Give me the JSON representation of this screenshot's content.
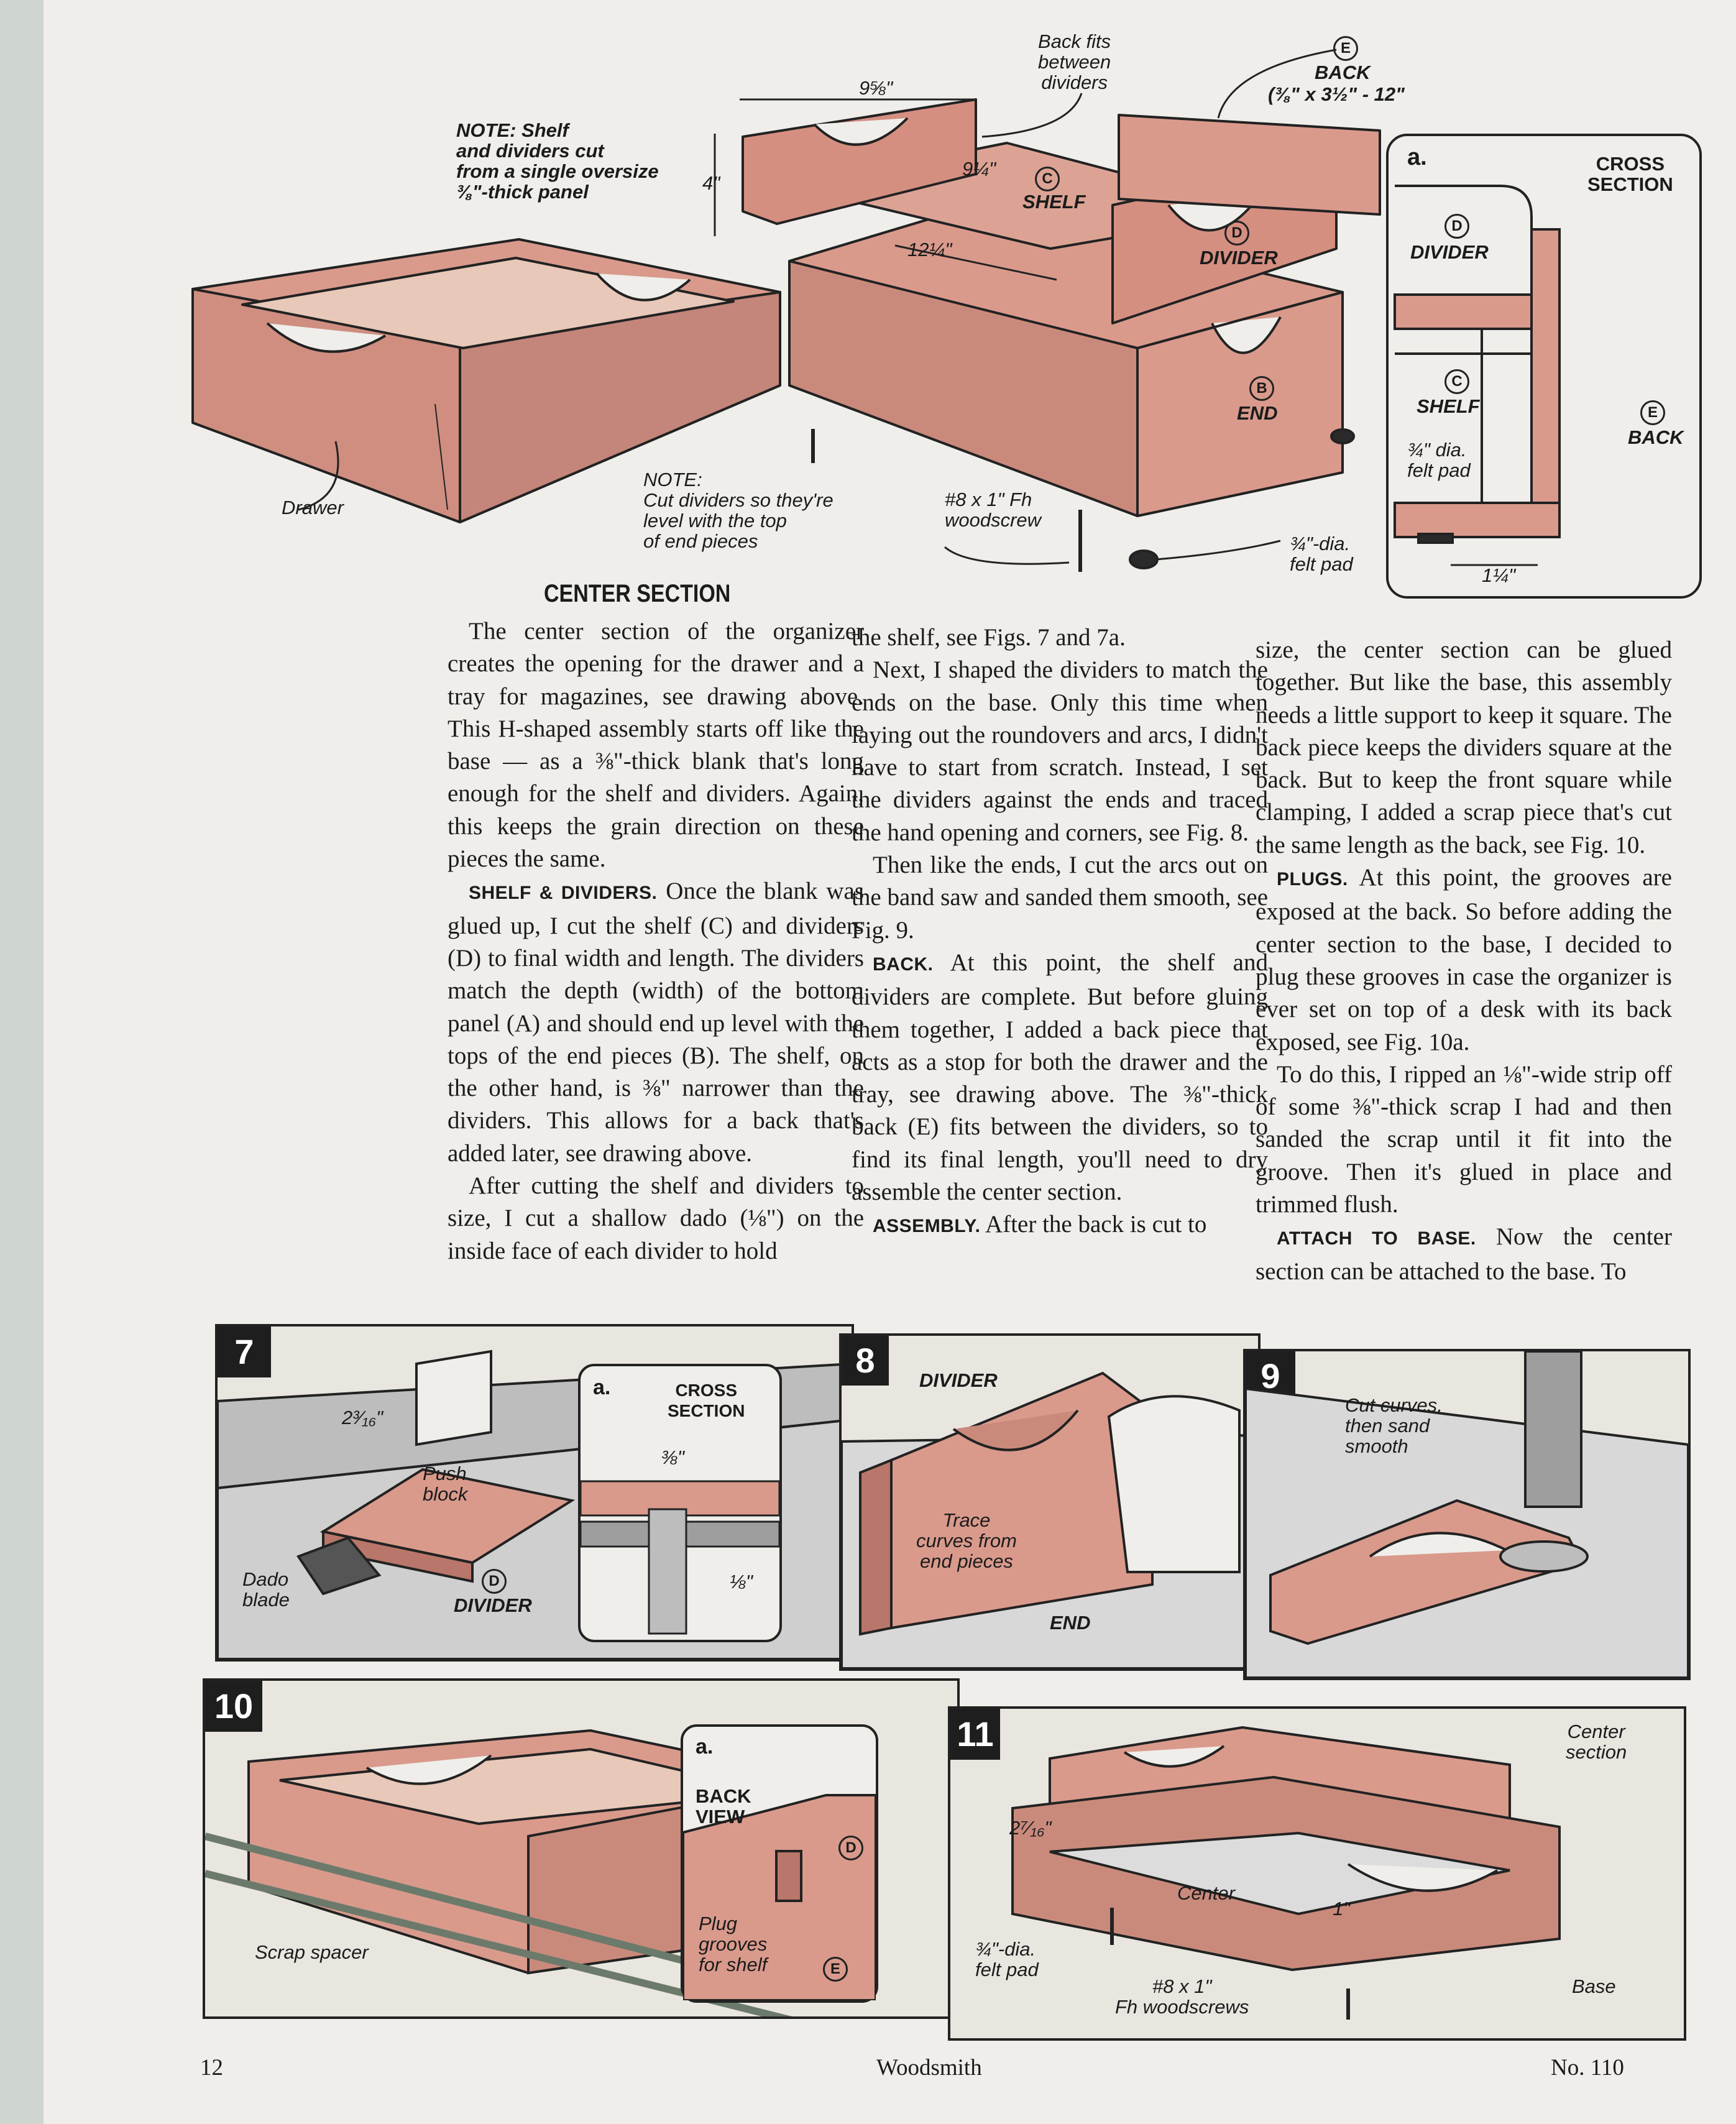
{
  "main_drawing": {
    "note_shelf": "NOTE: Shelf\nand dividers cut\nfrom a single oversize\n⅜\"-thick panel",
    "dim_width": "9⅝\"",
    "dim_height": "4\"",
    "dim_shelf": "9¼\"",
    "dim_divider": "12¼\"",
    "back_fits": "Back fits\nbetween\ndividers",
    "back_label": "BACK",
    "back_dims": "(⅜\" x 3½\" - 12\"",
    "shelf_label": "SHELF",
    "divider_label": "DIVIDER",
    "end_label": "END",
    "drawer_label": "Drawer",
    "note_cut": "NOTE:\nCut dividers so they're\nlevel with the top\nof end pieces",
    "screw_label": "#8 x 1\" Fh\nwoodscrew",
    "felt_label": "¾\"-dia.\nfelt pad"
  },
  "cross_section": {
    "tag": "a.",
    "title": "CROSS\nSECTION",
    "divider": "DIVIDER",
    "shelf": "SHELF",
    "back": "BACK",
    "felt": "¾\" dia.\nfelt pad",
    "dim": "1¼\""
  },
  "circles": {
    "c": "C",
    "d": "D",
    "b": "B",
    "e": "E"
  },
  "article": {
    "heading": "CENTER SECTION",
    "col1_p1": "The center section of the organizer creates the opening for the drawer and a tray for magazines, see drawing above. This H-shaped assembly starts off like the base — as a ⅜\"-thick blank that's long enough for the shelf and dividers. Again, this keeps the grain direction on these pieces the same.",
    "col1_h2": "SHELF & DIVIDERS.",
    "col1_p2": " Once the blank was glued up, I cut the shelf (C) and dividers (D) to final width and length. The dividers match the depth (width) of the bottom panel (A) and should end up level with the tops of the end pieces (B). The shelf, on the other hand, is ⅜\" narrower than the dividers. This allows for a back that's added later, see drawing above.",
    "col1_p3": "After cutting the shelf and dividers to size, I cut a shallow dado (⅛\") on the inside face of each divider to hold",
    "col2_p1": "the shelf, see Figs. 7 and 7a.",
    "col2_p2": "Next, I shaped the dividers to match the ends on the base. Only this time when laying out the roundovers and arcs, I didn't have to start from scratch. Instead, I set the dividers against the ends and traced the hand opening and corners, see Fig. 8.",
    "col2_p3": "Then like the ends, I cut the arcs out on the band saw and sanded them smooth, see Fig. 9.",
    "col2_h4": "BACK.",
    "col2_p4": " At this point, the shelf and dividers are complete. But before gluing them together, I added a back piece that acts as a stop for both the drawer and the tray, see drawing above. The ⅜\"-thick back (E) fits between the dividers, so to find its final length, you'll need to dry assemble the center section.",
    "col2_h5": "ASSEMBLY.",
    "col2_p5": " After the back is cut to",
    "col3_p1": "size, the center section can be glued together. But like the base, this assembly needs a little support to keep it square. The back piece keeps the dividers square at the back. But to keep the front square while clamping, I added a scrap piece that's cut the same length as the back, see Fig. 10.",
    "col3_h2": "PLUGS.",
    "col3_p2": " At this point, the grooves are exposed at the back. So before adding the center section to the base, I decided to plug these grooves in case the organizer is ever set on top of a desk with its back exposed, see Fig. 10a.",
    "col3_p3": "To do this, I ripped an ⅛\"-wide strip off of some ⅜\"-thick scrap I had and then sanded the scrap until it fit into the groove. Then it's glued in place and trimmed flush.",
    "col3_h4": "ATTACH TO BASE.",
    "col3_p4": " Now the center section can be attached to the base. To"
  },
  "figures": {
    "f7": {
      "num": "7",
      "dim": "2³⁄₁₆\"",
      "push": "Push\nblock",
      "dado": "Dado\nblade",
      "divider": "DIVIDER",
      "tag": "a.",
      "cs": "CROSS\nSECTION",
      "d38": "⅜\"",
      "d18": "⅛\""
    },
    "f8": {
      "num": "8",
      "divider": "DIVIDER",
      "trace": "Trace\ncurves from\nend pieces",
      "end": "END"
    },
    "f9": {
      "num": "9",
      "cut": "Cut curves,\nthen sand\nsmooth"
    },
    "f10": {
      "num": "10",
      "scrap": "Scrap spacer",
      "tag": "a.",
      "back_view": "BACK\nVIEW",
      "plug": "Plug\ngrooves\nfor shelf"
    },
    "f11": {
      "num": "11",
      "center_section": "Center\nsection",
      "dim1": "2⁷⁄₁₆\"",
      "center": "Center",
      "dim2": "1\"",
      "felt": "¾\"-dia.\nfelt pad",
      "screws": "#8 x 1\"\nFh woodscrews",
      "base": "Base"
    }
  },
  "footer": {
    "page": "12",
    "title": "Woodsmith",
    "issue": "No. 110"
  },
  "colors": {
    "wood": "#d99a8c",
    "wood_dark": "#b9766a",
    "felt": "#2a2a2a",
    "panel_bg": "#e9e6e0"
  }
}
